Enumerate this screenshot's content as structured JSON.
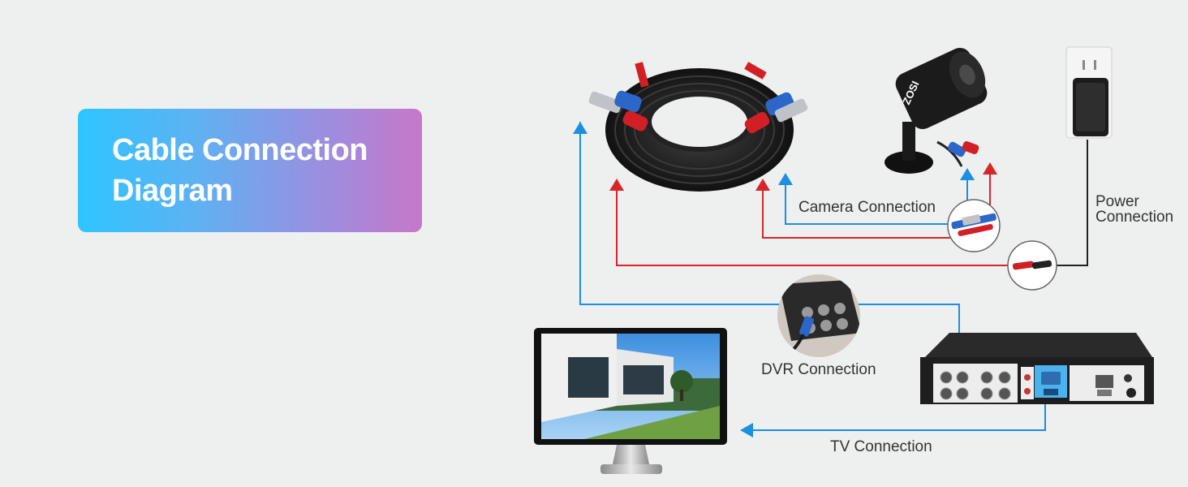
{
  "title": {
    "line1": "Cable Connection",
    "line2": "Diagram"
  },
  "labels": {
    "camera_connection": "Camera Connection",
    "power_line1": "Power",
    "power_line2": "Connection",
    "dvr_connection": "DVR Connection",
    "tv_connection": "TV Connection"
  },
  "product_marks": {
    "camera_brand": "ZOSI"
  },
  "colors": {
    "video_line": "#1b8fe0",
    "power_line": "#d7262b",
    "power_cord": "#222222",
    "title_gradient_start": "#2ec5ff",
    "title_gradient_end": "#c777c9"
  },
  "icons": [
    "bnc-cable-coil",
    "cctv-camera",
    "power-adapter-wall-outlet",
    "dvr-recorder",
    "tv-monitor",
    "bnc-connector-zoom",
    "power-connector-zoom",
    "dvr-port-zoom"
  ]
}
